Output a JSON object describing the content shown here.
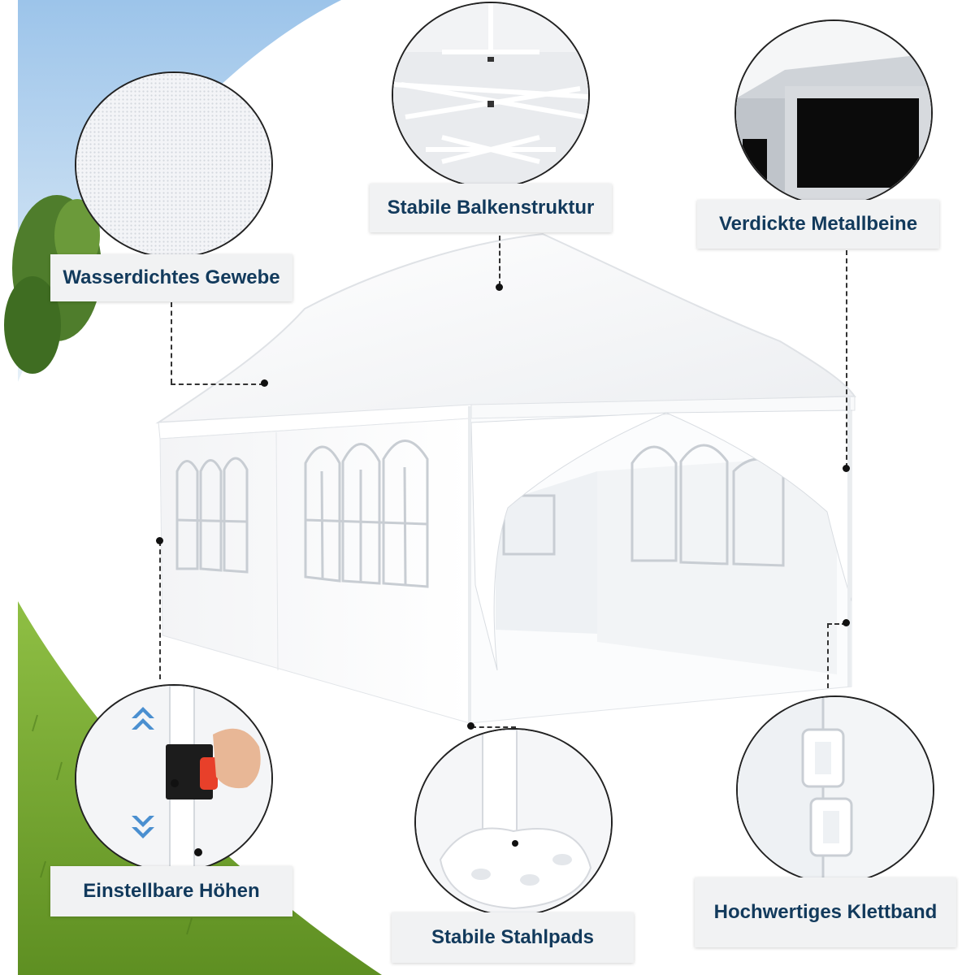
{
  "features": [
    {
      "key": "waterproof",
      "label": "Wasserdichtes Gewebe",
      "icon": "fabric-texture-icon"
    },
    {
      "key": "beam",
      "label": "Stabile Balkenstruktur",
      "icon": "beam-frame-icon"
    },
    {
      "key": "legs",
      "label": "Verdickte Metallbeine",
      "icon": "metal-tube-icon"
    },
    {
      "key": "height",
      "label": "Einstellbare Höhen",
      "icon": "height-adjust-icon"
    },
    {
      "key": "pads",
      "label": "Stabile Stahlpads",
      "icon": "steel-pad-icon"
    },
    {
      "key": "velcro",
      "label": "Hochwertiges Klettband",
      "icon": "velcro-clip-icon"
    }
  ],
  "colors": {
    "label_text": "#123a5c",
    "label_bg": "#f1f2f3",
    "sky": "#b8d3ec",
    "grass": "#7fae3a",
    "tent": "#ffffff",
    "button_red": "#e8402a"
  }
}
